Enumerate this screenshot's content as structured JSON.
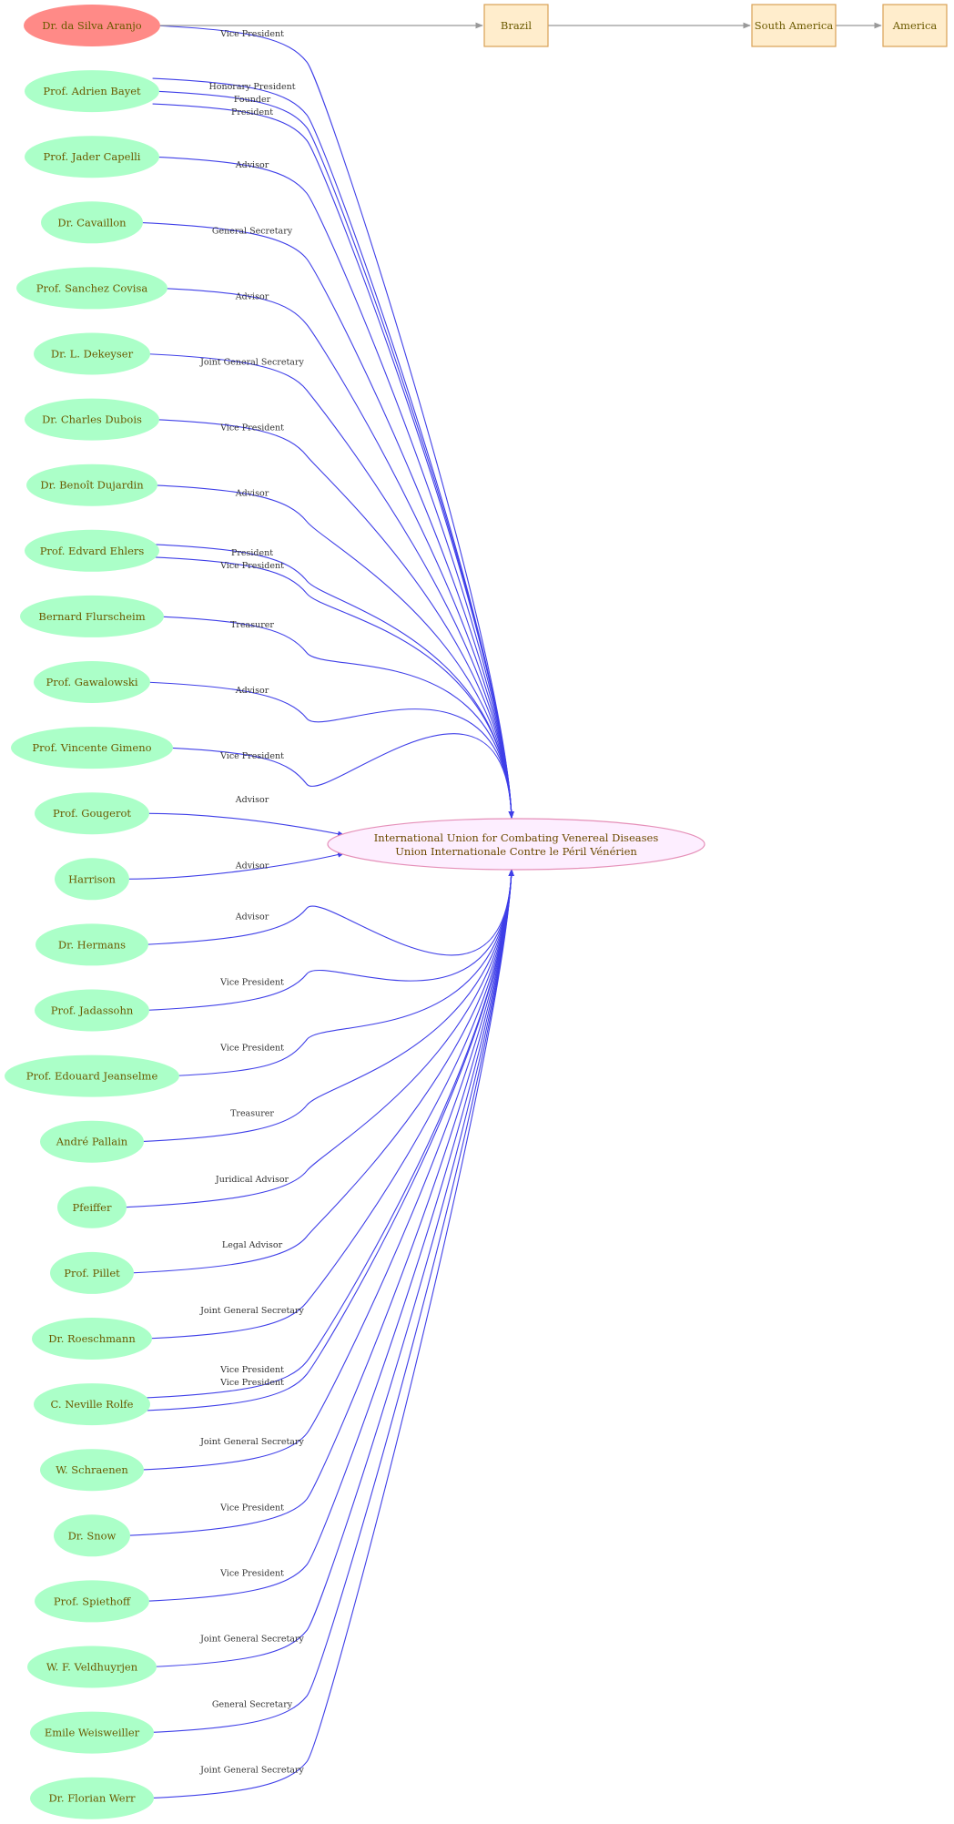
{
  "colors": {
    "person_fill": "#abffc8",
    "person_text": "#6b5a00",
    "highlight_fill": "#ff8a87",
    "place_fill": "#ffedcc",
    "place_stroke": "#d9a155",
    "org_fill": "#fdeeff",
    "org_stroke": "#e58fb8",
    "org_text": "#6b4a00",
    "edge_blue": "#3f3fe8",
    "edge_gray": "#999999"
  },
  "organization": {
    "line1": "International Union for Combating Venereal Diseases",
    "line2": "Union Internationale Contre le Péril Vénérien"
  },
  "places": [
    {
      "id": "brazil",
      "label": "Brazil"
    },
    {
      "id": "south-america",
      "label": "South America"
    },
    {
      "id": "america",
      "label": "America"
    }
  ],
  "people": [
    {
      "name": "Dr. da Silva Aranjo",
      "highlight": true,
      "roles": [
        "Vice President"
      ]
    },
    {
      "name": "Prof. Adrien Bayet",
      "roles": [
        "Honorary President",
        "Founder",
        "President"
      ]
    },
    {
      "name": "Prof. Jader Capelli",
      "roles": [
        "Advisor"
      ]
    },
    {
      "name": "Dr. Cavaillon",
      "roles": [
        "General Secretary"
      ]
    },
    {
      "name": "Prof. Sanchez Covisa",
      "roles": [
        "Advisor"
      ]
    },
    {
      "name": "Dr. L. Dekeyser",
      "roles": [
        "Joint General Secretary"
      ]
    },
    {
      "name": "Dr. Charles Dubois",
      "roles": [
        "Vice President"
      ]
    },
    {
      "name": "Dr. Benoît Dujardin",
      "roles": [
        "Advisor"
      ]
    },
    {
      "name": "Prof. Edvard Ehlers",
      "roles": [
        "President",
        "Vice President"
      ]
    },
    {
      "name": "Bernard Flurscheim",
      "roles": [
        "Treasurer"
      ]
    },
    {
      "name": "Prof. Gawalowski",
      "roles": [
        "Advisor"
      ]
    },
    {
      "name": "Prof. Vincente Gimeno",
      "roles": [
        "Vice President"
      ]
    },
    {
      "name": "Prof. Gougerot",
      "roles": [
        "Advisor"
      ]
    },
    {
      "name": "Harrison",
      "roles": [
        "Advisor"
      ]
    },
    {
      "name": "Dr. Hermans",
      "roles": [
        "Advisor"
      ]
    },
    {
      "name": "Prof. Jadassohn",
      "roles": [
        "Vice President"
      ]
    },
    {
      "name": "Prof. Edouard Jeanselme",
      "roles": [
        "Vice President"
      ]
    },
    {
      "name": "André Pallain",
      "roles": [
        "Treasurer"
      ]
    },
    {
      "name": "Pfeiffer",
      "roles": [
        "Juridical Advisor"
      ]
    },
    {
      "name": "Prof. Pillet",
      "roles": [
        "Legal Advisor"
      ]
    },
    {
      "name": "Dr. Roeschmann",
      "roles": [
        "Joint General Secretary"
      ]
    },
    {
      "name": "C. Neville Rolfe",
      "roles": [
        "Vice President",
        "Vice President"
      ]
    },
    {
      "name": "W. Schraenen",
      "roles": [
        "Joint General Secretary"
      ]
    },
    {
      "name": "Dr. Snow",
      "roles": [
        "Vice President"
      ]
    },
    {
      "name": "Prof. Spiethoff",
      "roles": [
        "Vice President"
      ]
    },
    {
      "name": "W. F. Veldhuyrjen",
      "roles": [
        "Joint General Secretary"
      ]
    },
    {
      "name": "Emile Weisweiller",
      "roles": [
        "General Secretary"
      ]
    },
    {
      "name": "Dr. Florian Werr",
      "roles": [
        "Joint General Secretary"
      ]
    }
  ]
}
